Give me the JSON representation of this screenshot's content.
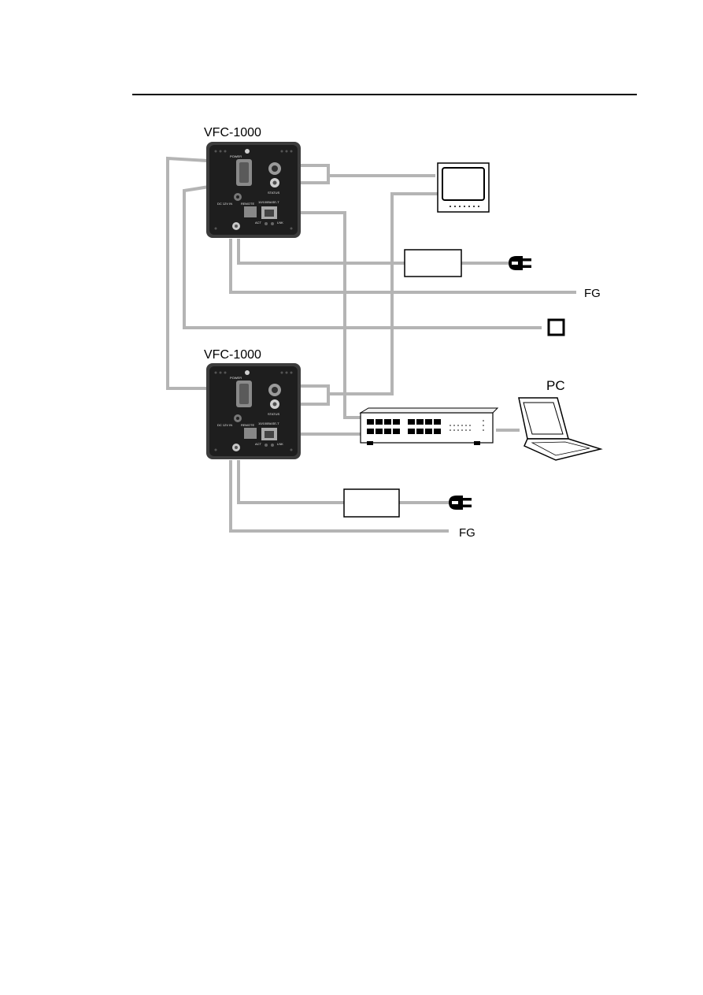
{
  "diagram": {
    "units": [
      {
        "title": "VFC-1000"
      },
      {
        "title": "VFC-1000"
      }
    ],
    "fg_labels": [
      "FG",
      "FG"
    ],
    "pc_label": "PC",
    "panel_labels": {
      "power": "POWER",
      "remote": "REMOTE",
      "network": "10/100BASE-T",
      "status": "STATUS",
      "dc_in": "DC 12V IN",
      "act": "ACT",
      "lnk": "LNK"
    }
  }
}
